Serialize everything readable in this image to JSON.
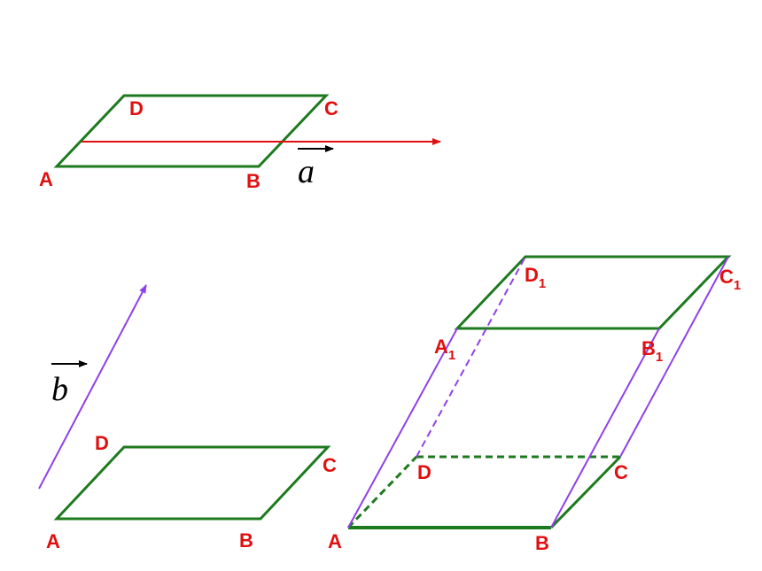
{
  "colors": {
    "edge": "#1e7a1e",
    "vector_a": "#e01010",
    "vector_b": "#9040e8",
    "label": "#e01010",
    "vector_label": "#000000"
  },
  "figure1": {
    "labels": {
      "A": "A",
      "B": "B",
      "C": "C",
      "D": "D"
    },
    "vector_label": "a"
  },
  "figure2": {
    "labels": {
      "A": "A",
      "B": "B",
      "C": "C",
      "D": "D"
    },
    "vector_label": "b"
  },
  "figure3": {
    "labels": {
      "A": "A",
      "B": "B",
      "C": "C",
      "D": "D",
      "A1": "A",
      "B1": "B",
      "C1": "C",
      "D1": "D",
      "sub": "1"
    }
  }
}
